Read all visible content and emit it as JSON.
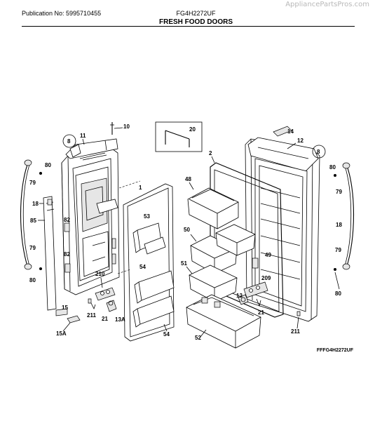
{
  "header": {
    "watermark": "AppliancePartsPros.com",
    "publication": "Publication No: 5995710455",
    "model": "FG4H2272UF",
    "title": "FRESH FOOD DOORS"
  },
  "diagram_code": "FFFG4H2272UF",
  "parts": [
    {
      "id": "p10a",
      "label": "10"
    },
    {
      "id": "p20",
      "label": "20"
    },
    {
      "id": "p14",
      "label": "14"
    },
    {
      "id": "p11",
      "label": "11"
    },
    {
      "id": "p12",
      "label": "12"
    },
    {
      "id": "p8a",
      "label": "8"
    },
    {
      "id": "p8b",
      "label": "8"
    },
    {
      "id": "p2",
      "label": "2"
    },
    {
      "id": "p80a",
      "label": "80"
    },
    {
      "id": "p79a",
      "label": "79"
    },
    {
      "id": "p18a",
      "label": "18"
    },
    {
      "id": "p85",
      "label": "85"
    },
    {
      "id": "p79b",
      "label": "79"
    },
    {
      "id": "p80b",
      "label": "80"
    },
    {
      "id": "p82a",
      "label": "82"
    },
    {
      "id": "p82b",
      "label": "82"
    },
    {
      "id": "p1",
      "label": "1"
    },
    {
      "id": "p48",
      "label": "48"
    },
    {
      "id": "p53",
      "label": "53"
    },
    {
      "id": "p50",
      "label": "50"
    },
    {
      "id": "p49",
      "label": "49"
    },
    {
      "id": "p51",
      "label": "51"
    },
    {
      "id": "p54a",
      "label": "54"
    },
    {
      "id": "p210",
      "label": "210"
    },
    {
      "id": "p209",
      "label": "209"
    },
    {
      "id": "p13",
      "label": "13"
    },
    {
      "id": "p21a",
      "label": "21"
    },
    {
      "id": "p21b",
      "label": "21"
    },
    {
      "id": "p13a",
      "label": "13A"
    },
    {
      "id": "p15",
      "label": "15"
    },
    {
      "id": "p211a",
      "label": "211"
    },
    {
      "id": "p15a",
      "label": "15A"
    },
    {
      "id": "p54b",
      "label": "54"
    },
    {
      "id": "p52",
      "label": "52"
    },
    {
      "id": "p211b",
      "label": "211"
    },
    {
      "id": "p80c",
      "label": "80"
    },
    {
      "id": "p79c",
      "label": "79"
    },
    {
      "id": "p18b",
      "label": "18"
    },
    {
      "id": "p79d",
      "label": "79"
    },
    {
      "id": "p80d",
      "label": "80"
    }
  ]
}
